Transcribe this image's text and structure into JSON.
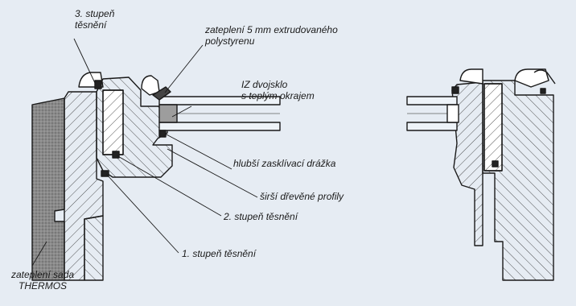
{
  "labels": {
    "stage3": "3. stupeň\ntěsnění",
    "insulation5mm": "zateplení 5 mm extrudovaného\npolystyrenu",
    "glazing": "IZ dvojsklo\ns teplým okrajem",
    "groove": "hlubší zasklívací drážka",
    "profiles": "širší dřevěné profily",
    "stage2": "2. stupeň těsnění",
    "stage1": "1. stupeň těsnění",
    "thermos": "zateplení sada\nTHERMOS"
  },
  "colors": {
    "background": "#e6ecf3",
    "section_fill": "#ffffff",
    "ink": "#1a1a1a",
    "insulation": "#8e8e8e",
    "glass": "#eef3f8"
  }
}
